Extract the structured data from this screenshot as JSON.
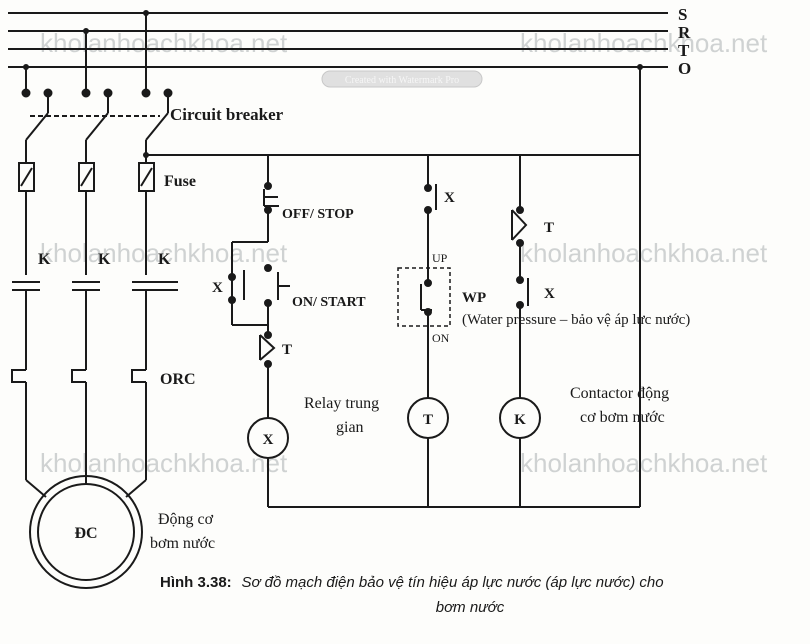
{
  "watermark": {
    "text": "kholanhoachkhoa.net",
    "badge": "Created with Watermark Pro"
  },
  "phases": {
    "s": "S",
    "r": "R",
    "t": "T",
    "o": "O"
  },
  "power": {
    "breaker": "Circuit breaker",
    "fuse": "Fuse",
    "contactor_k": "K",
    "orc": "ORC",
    "motor_symbol": "ĐC",
    "motor_line1": "Động cơ",
    "motor_line2": "bơm nước"
  },
  "control": {
    "off_stop": "OFF/ STOP",
    "on_start": "ON/ START",
    "x": "X",
    "t": "T",
    "k": "K",
    "up": "UP",
    "on": "ON",
    "wp": "WP",
    "wp_desc": "(Water pressure – bảo vệ áp lực nước)",
    "relay_line1": "Relay trung",
    "relay_line2": "gian",
    "contactor_line1": "Contactor động",
    "contactor_line2": "cơ bơm nước"
  },
  "caption": {
    "label": "Hình 3.38:",
    "line1": "Sơ đồ mạch điện bảo vệ tín hiệu áp lực nước (áp lực nước) cho",
    "line2": "bơm nước"
  }
}
